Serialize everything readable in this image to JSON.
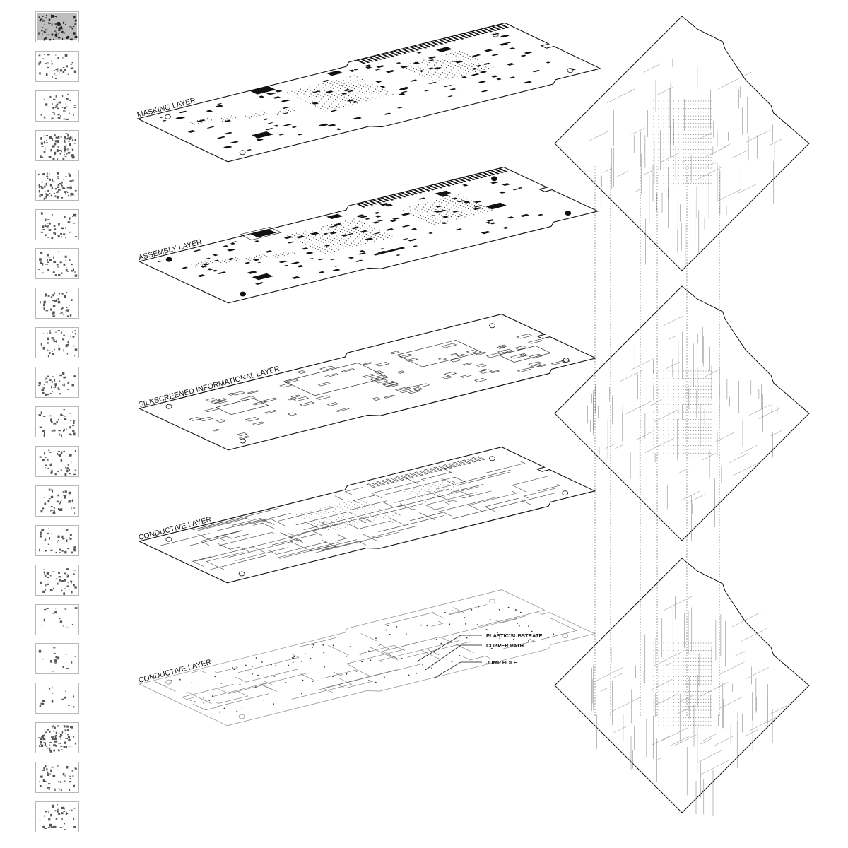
{
  "layers": [
    {
      "label": "MASKING LAYER",
      "style": "mask"
    },
    {
      "label": "ASSEMBLY LAYER",
      "style": "assembly"
    },
    {
      "label": "SILKSCREENED INFORMATIONAL LAYER",
      "style": "silk"
    },
    {
      "label": "CONDUCTIVE LAYER",
      "style": "conductive"
    },
    {
      "label": "CONDUCTIVE LAYER",
      "style": "substrate"
    }
  ],
  "callouts": [
    {
      "label": "PLASTIC SUBSTRATE"
    },
    {
      "label": "COPPER PATH"
    },
    {
      "label": "JUMP HOLE"
    }
  ],
  "thumbnail_count": 21,
  "colors": {
    "ink": "#111111",
    "line": "#333333",
    "light": "#9a9a9a",
    "background": "#ffffff"
  }
}
